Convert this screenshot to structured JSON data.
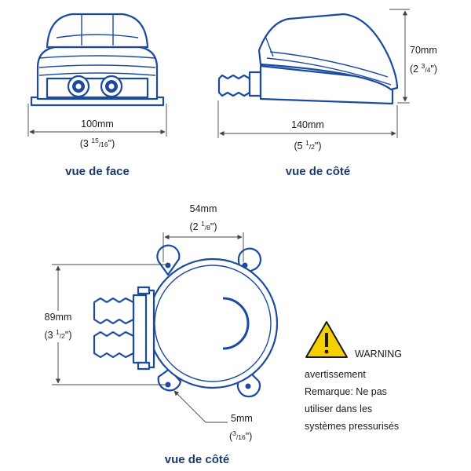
{
  "front_view": {
    "width_mm": "100mm",
    "width_in_whole": "(3 ",
    "width_in_num": "15",
    "width_in_den": "/16",
    "width_in_close": "\")",
    "caption": "vue de face"
  },
  "side_view": {
    "length_mm": "140mm",
    "length_in_whole": "(5 ",
    "length_in_num": "1",
    "length_in_den": "/2",
    "length_in_close": "\")",
    "height_mm": "70mm",
    "height_in_whole": "(2 ",
    "height_in_num": "3",
    "height_in_den": "/4",
    "height_in_close": "\")",
    "caption": "vue de côté"
  },
  "top_view": {
    "width_mm": "54mm",
    "width_in_whole": "(2 ",
    "width_in_num": "1",
    "width_in_den": "/8",
    "width_in_close": "\")",
    "height_mm": "89mm",
    "height_in_whole": "(3 ",
    "height_in_num": "1",
    "height_in_den": "/2",
    "height_in_close": "\")",
    "hole_mm": "5mm",
    "hole_in_open": "(",
    "hole_in_num": "3",
    "hole_in_den": "/16",
    "hole_in_close": "\")",
    "caption": "vue de côté"
  },
  "warning": {
    "title": "WARNING",
    "lines": [
      "avertissement",
      "Remarque: Ne pas",
      "utiliser dans les",
      "systèmes pressurisés"
    ],
    "icon": "warning-triangle-icon",
    "icon_color": "#f5d000"
  },
  "colors": {
    "pump_outline": "#1c4aa0",
    "caption": "#1b3a6b"
  }
}
